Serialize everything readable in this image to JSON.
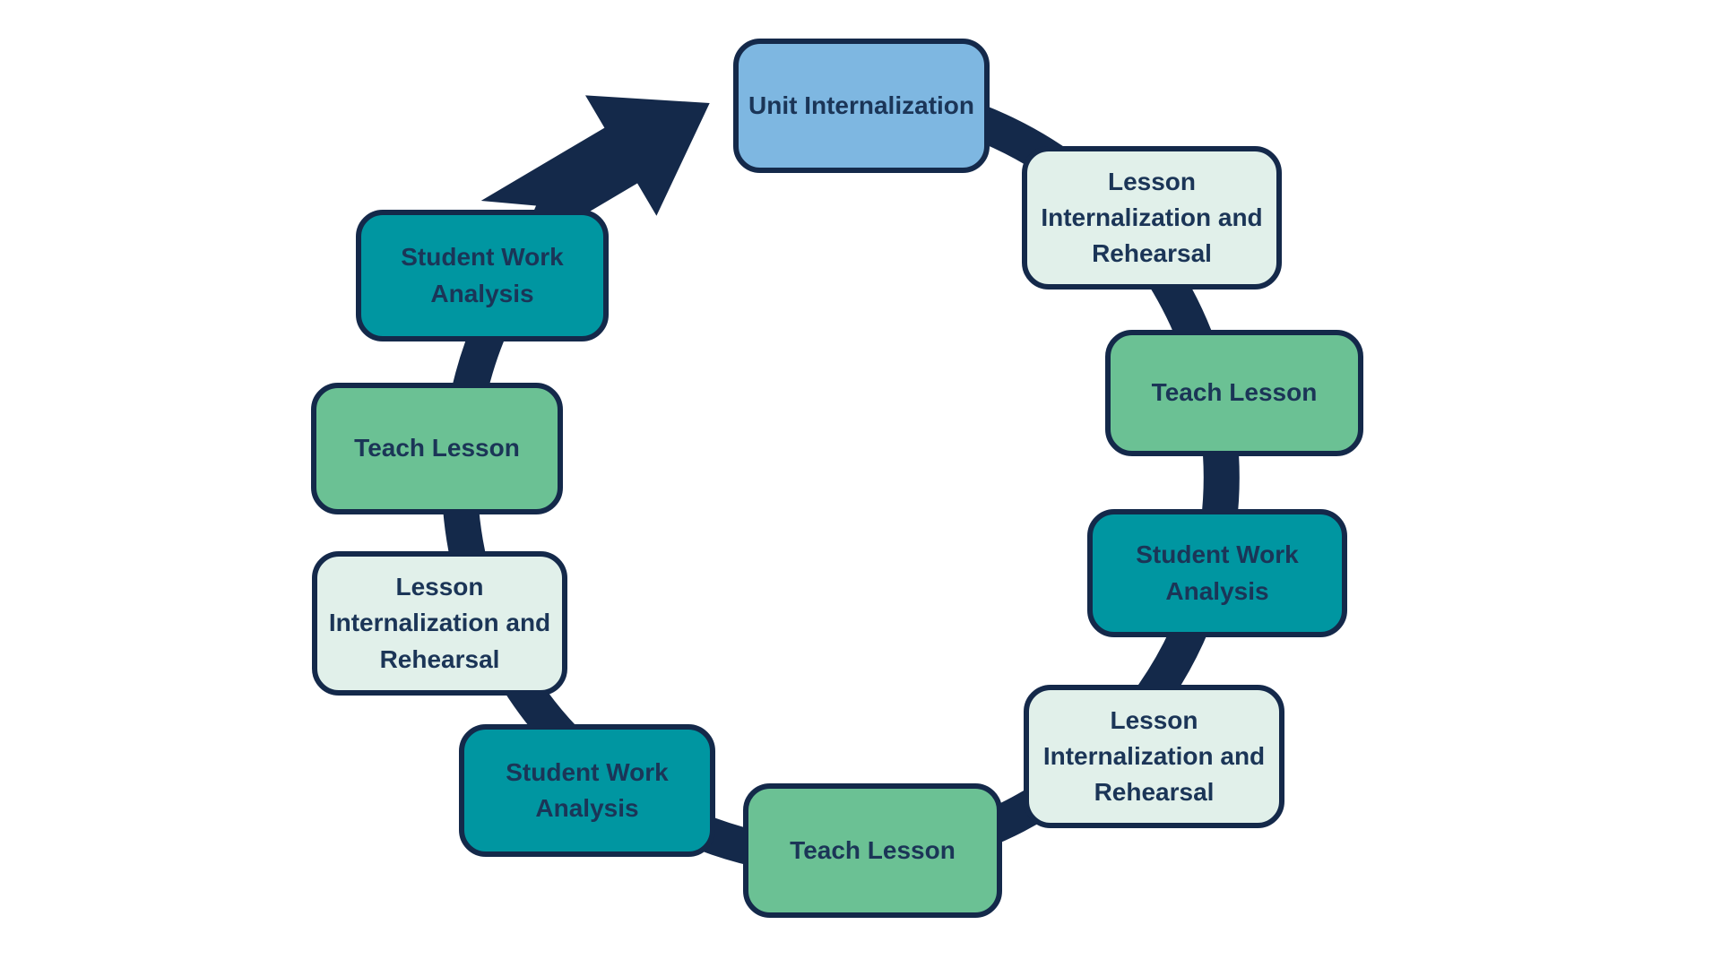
{
  "diagram": {
    "type": "cycle",
    "palette": {
      "navy": "#14294A",
      "text_navy": "#1B3557",
      "light_blue": "#7EB7E1",
      "mint": "#E1F0EA",
      "green": "#6BC194",
      "teal": "#0096A1",
      "background": "#FFFFFF"
    },
    "icons": {
      "cycle_arrow": "arrow-up-right"
    }
  },
  "steps": [
    {
      "label": "Unit Internalization",
      "variant": "blue"
    },
    {
      "label": "Lesson Internalization and Rehearsal",
      "variant": "mint"
    },
    {
      "label": "Teach Lesson",
      "variant": "green"
    },
    {
      "label": "Student Work Analysis",
      "variant": "teal"
    },
    {
      "label": "Lesson Internalization and Rehearsal",
      "variant": "mint"
    },
    {
      "label": "Teach Lesson",
      "variant": "green"
    },
    {
      "label": "Student Work Analysis",
      "variant": "teal"
    },
    {
      "label": "Lesson Internalization and Rehearsal",
      "variant": "mint"
    },
    {
      "label": "Teach Lesson",
      "variant": "green"
    },
    {
      "label": "Student Work Analysis",
      "variant": "teal"
    }
  ]
}
